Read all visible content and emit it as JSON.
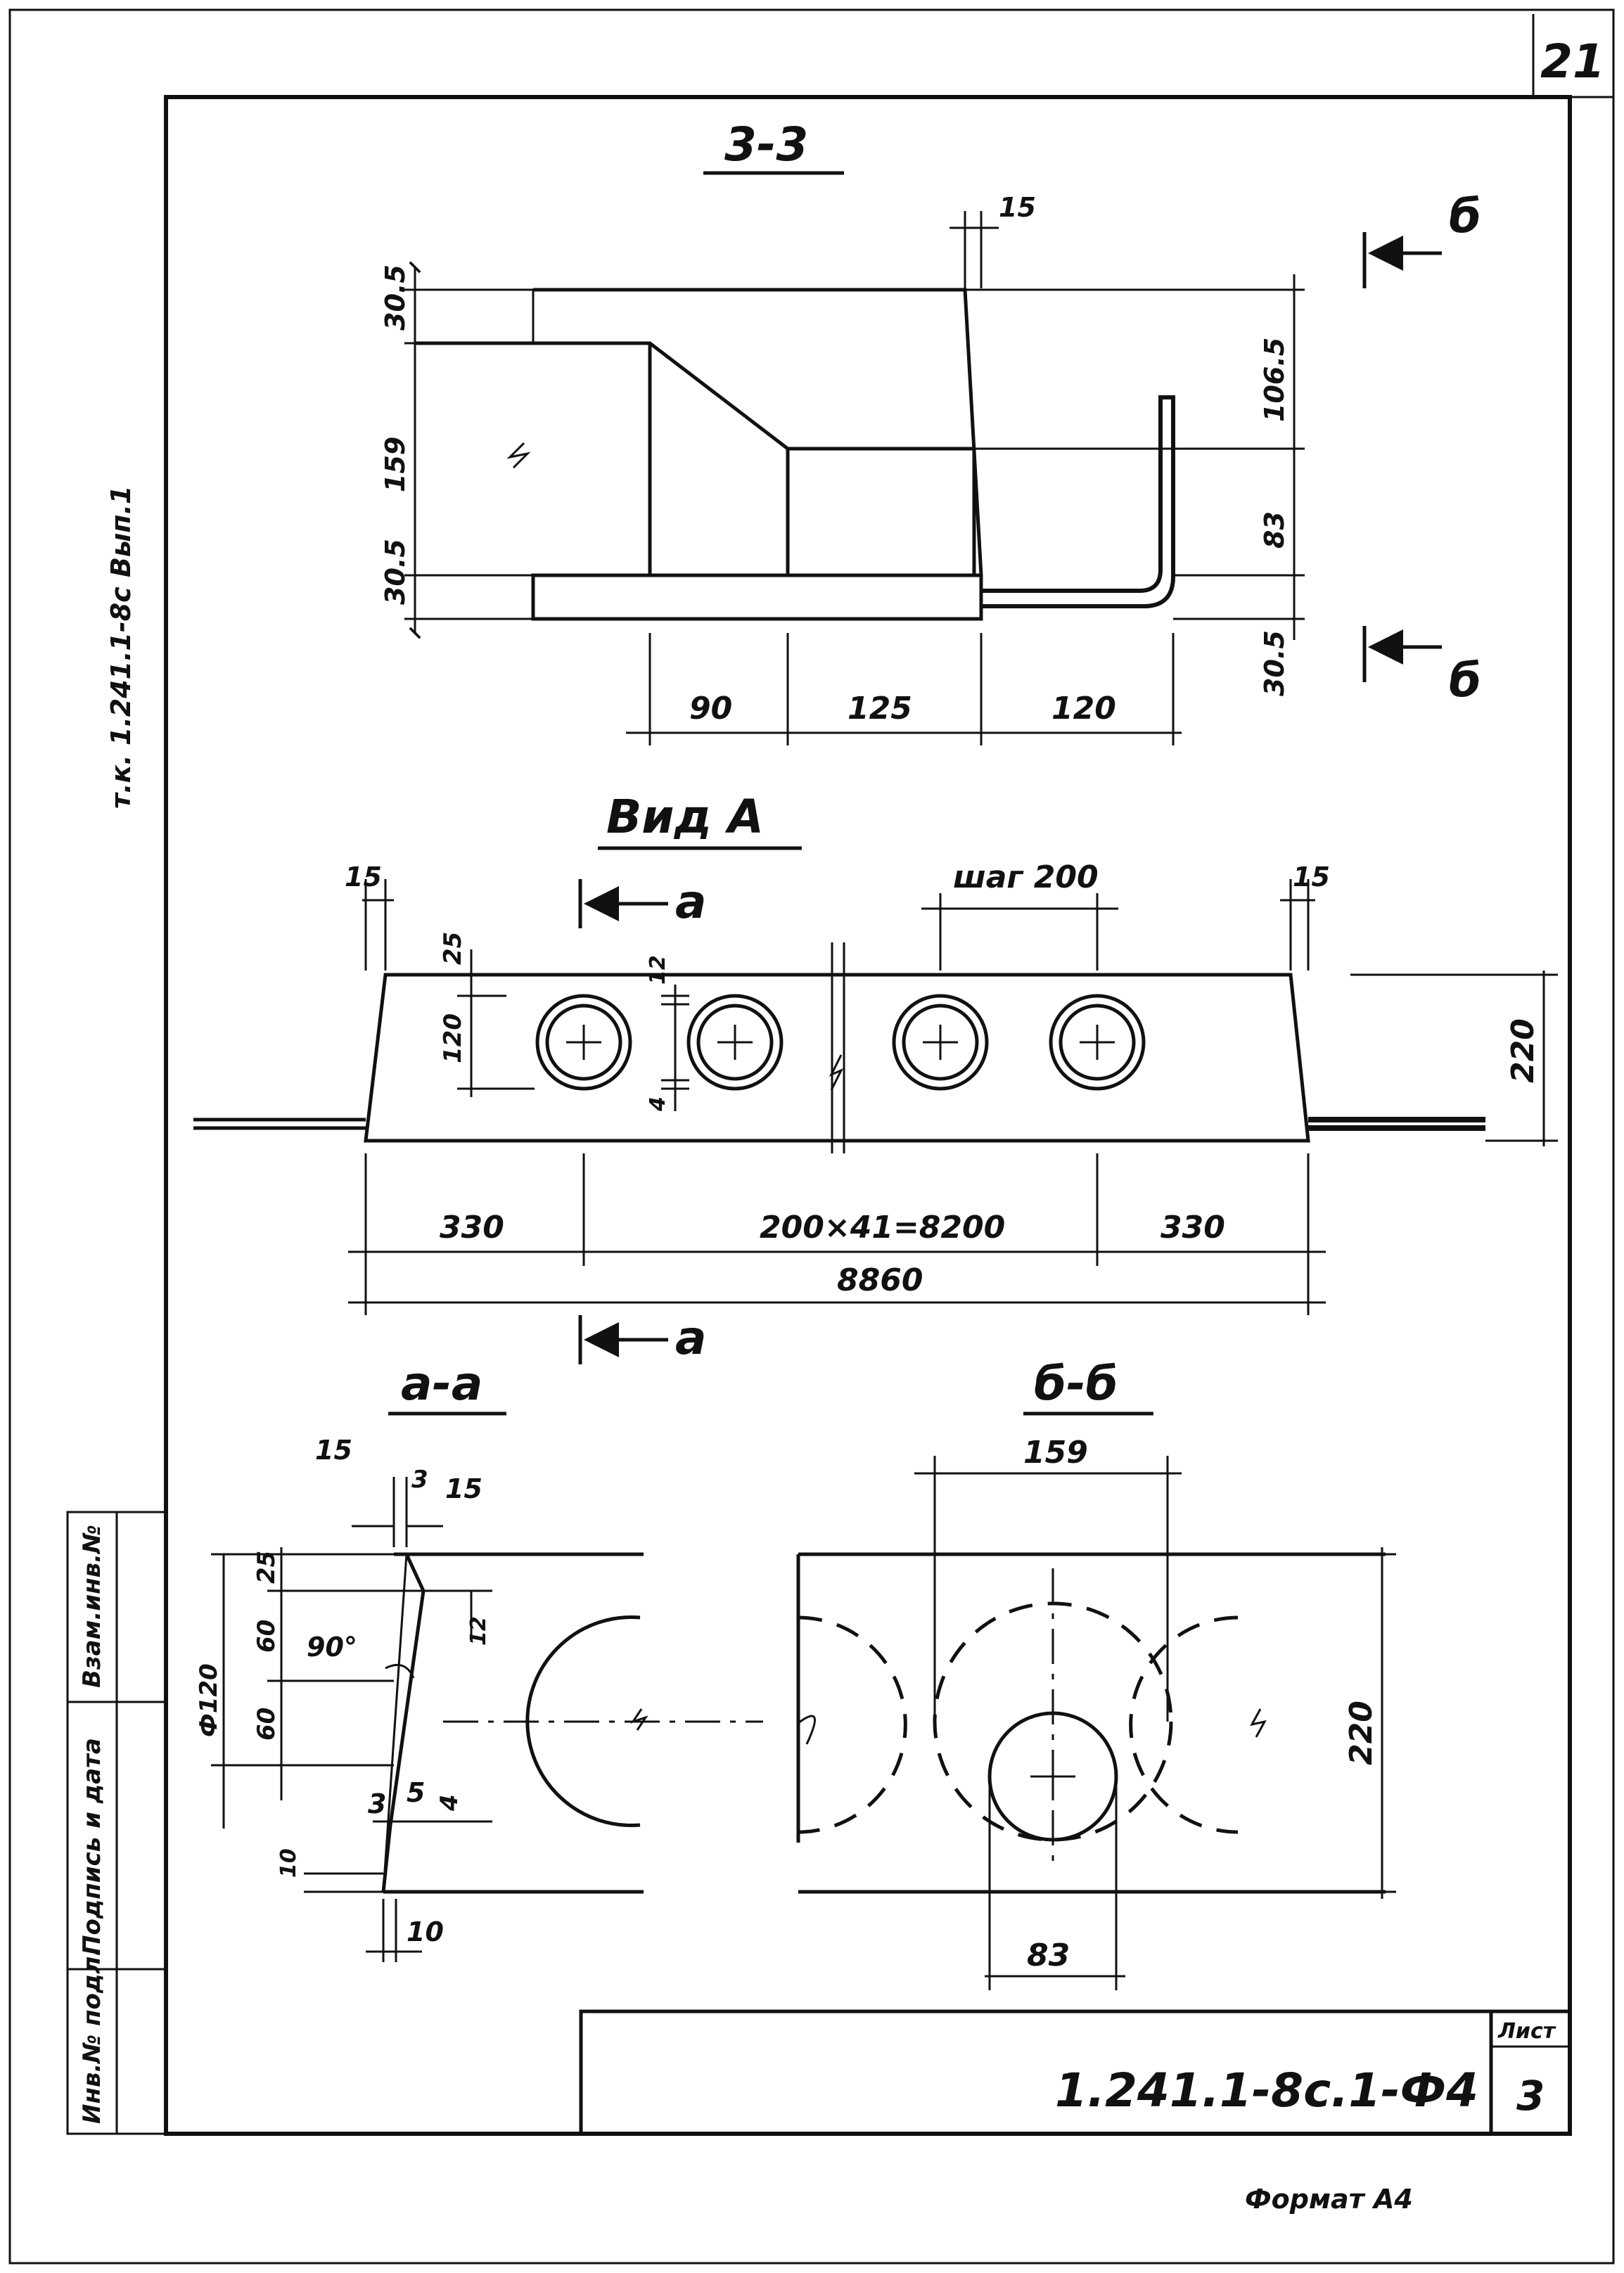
{
  "page_number": "21",
  "side_code": "т.к. 1.241.1-8с Вып.1",
  "section_33": {
    "title": "3-3",
    "dims": {
      "top_gap": "15",
      "h_top": "30.5",
      "h_mid": "159",
      "h_low": "30.5",
      "h_bottom": "30.5",
      "right_upper": "106.5",
      "right_lower": "83",
      "w1": "90",
      "w2": "125",
      "w3": "120"
    },
    "arrow_label": "б"
  },
  "view_a": {
    "title": "Вид А",
    "cut_label": "а",
    "edge_15_left": "15",
    "edge_15_right": "15",
    "step": "шаг 200",
    "d25": "25",
    "d12": "12",
    "d120": "120",
    "d4": "4",
    "height": "220",
    "span_left": "330",
    "span_mid": "200×41=8200",
    "span_right": "330",
    "total": "8860"
  },
  "section_aa": {
    "title": "а-а",
    "dims": {
      "t15a": "15",
      "t3a": "3",
      "t15b": "15",
      "d25": "25",
      "d60a": "60",
      "d60b": "60",
      "diam": "Ф120",
      "angle": "90°",
      "d12": "12",
      "d3b": "3",
      "d5": "5",
      "d4": "4",
      "d10a": "10",
      "d10b": "10"
    }
  },
  "section_bb": {
    "title": "б-б",
    "dims": {
      "top": "159",
      "height": "220",
      "bottom": "83"
    }
  },
  "side_stamp": [
    "Инв.№ подл.",
    "Подпись и дата",
    "Взам.инв.№"
  ],
  "title_block": {
    "code": "1.241.1-8с.1-Ф4",
    "sheet_label": "Лист",
    "sheet_number": "3"
  },
  "format_label": "Формат А4"
}
